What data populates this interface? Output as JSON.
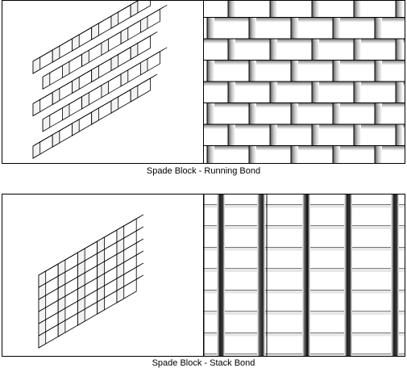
{
  "figures": [
    {
      "id": "running",
      "caption": "Spade Block - Running Bond",
      "pattern": "running-bond"
    },
    {
      "id": "stack",
      "caption": "Spade Block - Stack Bond",
      "pattern": "stack-bond"
    }
  ],
  "colors": {
    "line": "#000000",
    "shadow": "#6b6b6b",
    "face": "#ffffff"
  }
}
